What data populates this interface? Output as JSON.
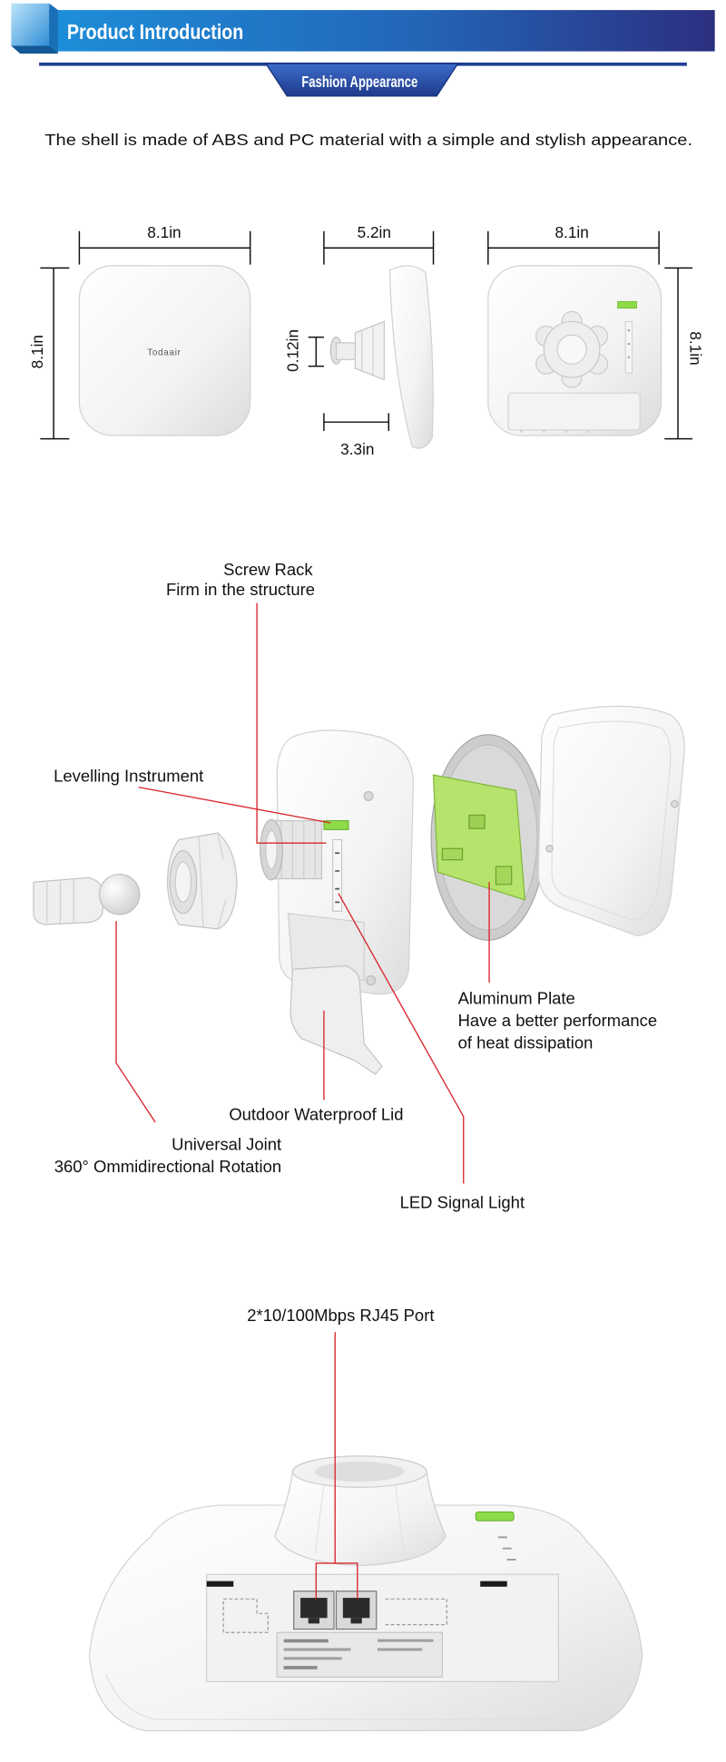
{
  "header": {
    "title": "Product Introduction",
    "section_tab": "Fashion Appearance"
  },
  "description": "The shell is made of ABS and PC material with a simple and stylish appearance.",
  "dimensions": {
    "brand_logo": "Todaair",
    "front_width": "8.1in",
    "front_height": "8.1in",
    "side_depth": "5.2in",
    "side_gap": "0.12in",
    "side_mount_length": "3.3in",
    "back_width": "8.1in",
    "back_height": "8.1in"
  },
  "components": {
    "screw_rack": {
      "title": "Screw Rack",
      "desc": "Firm in the structure"
    },
    "levelling_instrument": "Levelling Instrument",
    "aluminum_plate": {
      "title": "Aluminum Plate",
      "desc_line1": "Have a better performance",
      "desc_line2": "of heat dissipation"
    },
    "waterproof_lid": "Outdoor Waterproof Lid",
    "universal_joint": {
      "title": "Universal Joint",
      "desc": "360° Ommidirectional Rotation"
    },
    "led_signal": "LED Signal Light"
  },
  "ports": {
    "label": "2*10/100Mbps RJ45 Port"
  },
  "colors": {
    "banner_start": "#1d8fda",
    "banner_end": "#2c2f80",
    "tab": "#2e56b4",
    "leader_line": "#d9262c",
    "pcb": "#b5e36b",
    "level_bubble": "#8fdc4a"
  }
}
